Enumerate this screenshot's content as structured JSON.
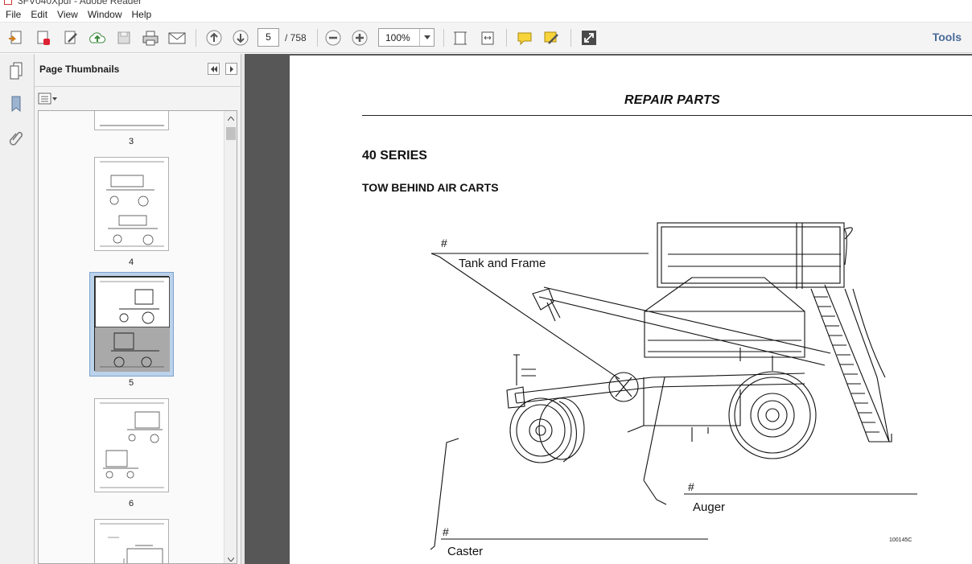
{
  "window": {
    "title": "3FV040Xpdf - Adobe Reader"
  },
  "menu": [
    "File",
    "Edit",
    "View",
    "Window",
    "Help"
  ],
  "toolbar": {
    "current_page": "5",
    "page_total": "/  758",
    "zoom": "100%",
    "tools_label": "Tools"
  },
  "sidebar": {
    "title": "Page Thumbnails",
    "thumbnails": [
      {
        "label": "3"
      },
      {
        "label": "4"
      },
      {
        "label": "5",
        "selected": true
      },
      {
        "label": "6"
      }
    ]
  },
  "document": {
    "header": "REPAIR PARTS",
    "series": "40 SERIES",
    "subtitle": "TOW BEHIND AIR CARTS",
    "callouts": [
      {
        "hash": "#",
        "label": "Tank and Frame"
      },
      {
        "hash": "#",
        "label": "Auger"
      },
      {
        "hash": "#",
        "label": "Caster"
      }
    ],
    "part_number": "100145C"
  },
  "colors": {
    "selection": "#bcd2ea",
    "doc_background": "#575757",
    "tools_accent": "#4a6a99"
  }
}
